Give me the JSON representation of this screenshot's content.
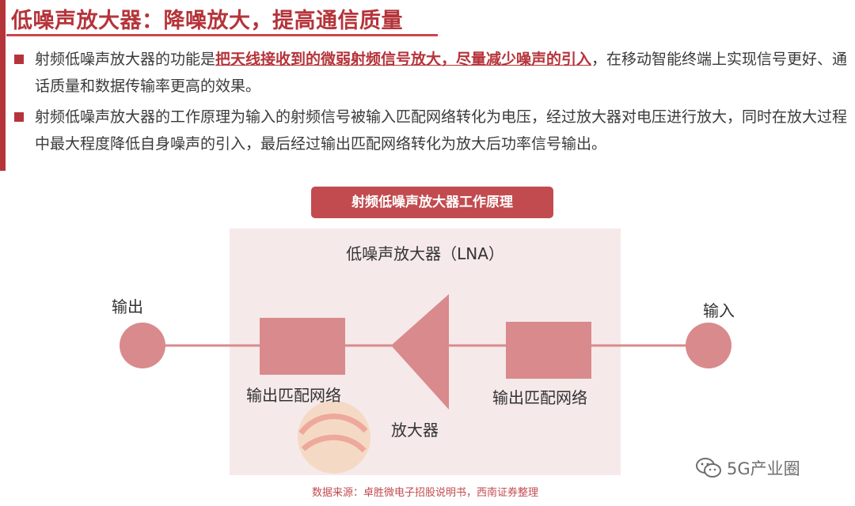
{
  "title": "低噪声放大器：降噪放大，提高通信质量",
  "bullets": [
    {
      "prefix": "射频低噪声放大器的功能是",
      "highlight": "把天线接收到的微弱射频信号放大，尽量减少噪声的引入",
      "suffix": "，在移动智能终端上实现信号更好、通话质量和数据传输率更高的效果。"
    },
    {
      "text": "射频低噪声放大器的工作原理为输入的射频信号被输入匹配网络转化为电压，经过放大器对电压进行放大，同时在放大过程中最大程度降低自身噪声的引入，最后经过输出匹配网络转化为放大后功率信号输出。"
    }
  ],
  "diagram": {
    "title": "射频低噪声放大器工作原理",
    "lna_label": "低噪声放大器（LNA）",
    "output_label": "输出",
    "input_label": "输入",
    "left_network_label": "输出匹配网络",
    "right_network_label": "输出匹配网络",
    "amplifier_label": "放大器",
    "colors": {
      "accent": "#b5343a",
      "block": "#d98a8c",
      "line": "#d98a8c",
      "panel": "#f6e9ea"
    }
  },
  "source": "数据来源：卓胜微电子招股说明书，西南证券整理",
  "wechat": {
    "icon": "wechat-icon",
    "name": "5G产业圈"
  }
}
